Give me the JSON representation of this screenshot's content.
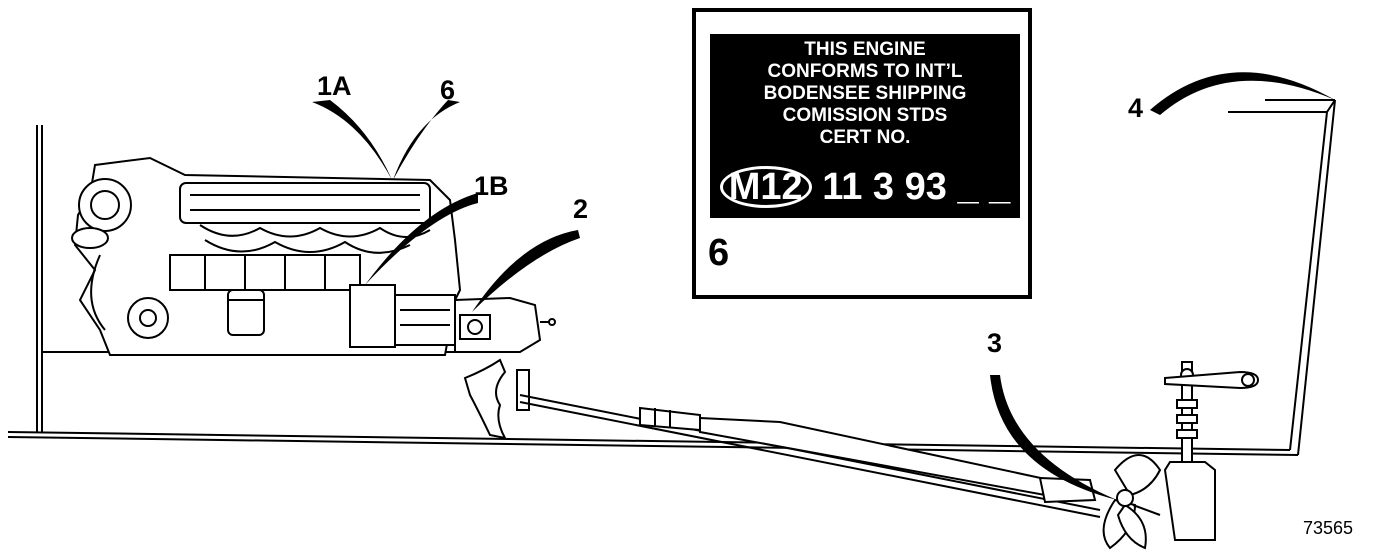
{
  "callouts": {
    "c1a": "1A",
    "c6": "6",
    "c1b": "1B",
    "c2": "2",
    "c3": "3",
    "c4": "4"
  },
  "plate": {
    "lines": [
      "THIS ENGINE",
      "CONFORMS TO INT’L",
      "BODENSEE SHIPPING",
      "COMISSION STDS",
      "CERT NO."
    ],
    "cert_code": "M12",
    "cert_rest": "11 3 93 _ _",
    "number": "6"
  },
  "figure_number": "73565",
  "icons": {
    "engine": "engine-illustration",
    "transmission": "transmission-gearbox",
    "prop_shaft": "propeller-shaft",
    "propeller": "propeller",
    "rudder": "rudder",
    "hull": "boat-hull-section"
  },
  "colors": {
    "ink": "#000000",
    "paper": "#ffffff"
  }
}
